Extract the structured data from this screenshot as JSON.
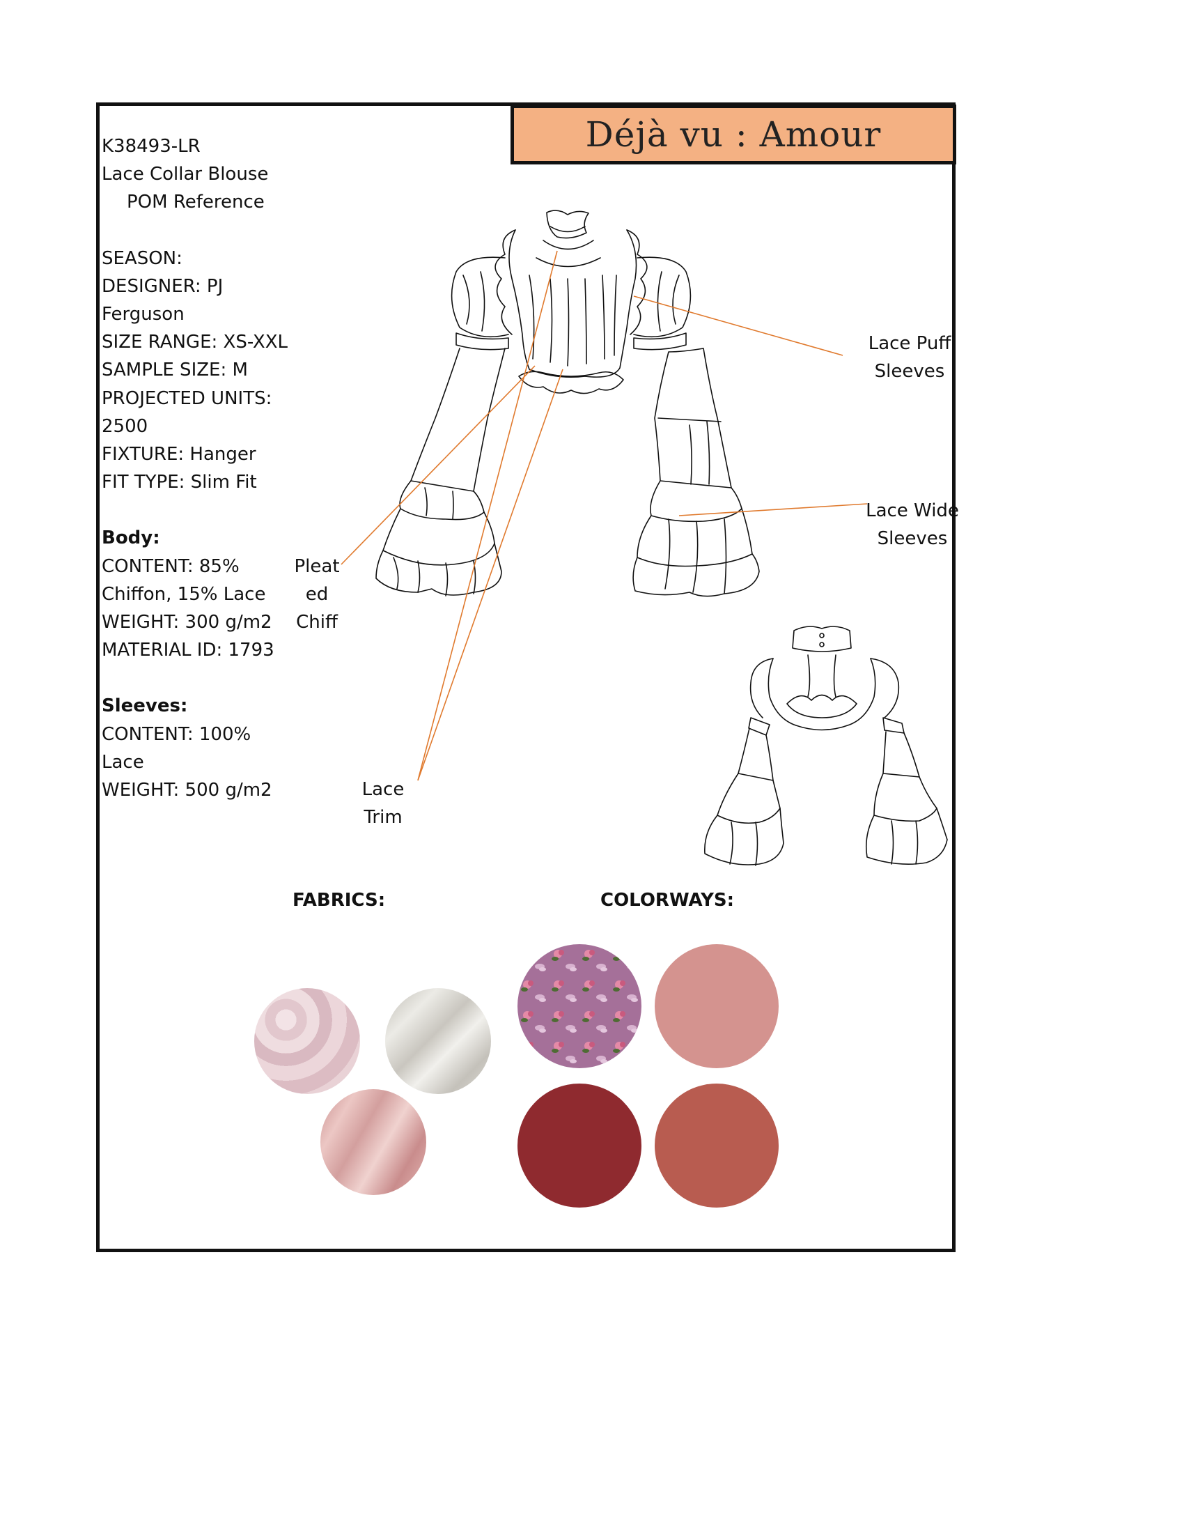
{
  "title": "Déjà vu : Amour",
  "spec_lines": [
    {
      "text": "K38493-LR",
      "style": ""
    },
    {
      "text": "Lace Collar Blouse",
      "style": ""
    },
    {
      "text": "POM Reference",
      "style": "indent"
    },
    {
      "text": "",
      "style": ""
    },
    {
      "text": "SEASON:",
      "style": ""
    },
    {
      "text": "DESIGNER: PJ",
      "style": ""
    },
    {
      "text": "Ferguson",
      "style": ""
    },
    {
      "text": "SIZE RANGE: XS-XXL",
      "style": ""
    },
    {
      "text": "SAMPLE SIZE: M",
      "style": ""
    },
    {
      "text": "PROJECTED UNITS:",
      "style": ""
    },
    {
      "text": "2500",
      "style": ""
    },
    {
      "text": "FIXTURE: Hanger",
      "style": ""
    },
    {
      "text": "FIT TYPE: Slim Fit",
      "style": ""
    },
    {
      "text": "",
      "style": ""
    },
    {
      "text": "Body:",
      "style": "bold"
    },
    {
      "text": "CONTENT: 85%",
      "style": ""
    },
    {
      "text": "Chiffon, 15% Lace",
      "style": ""
    },
    {
      "text": "WEIGHT: 300 g/m2",
      "style": ""
    },
    {
      "text": "MATERIAL ID: 1793",
      "style": ""
    },
    {
      "text": "",
      "style": ""
    },
    {
      "text": "Sleeves:",
      "style": "bold"
    },
    {
      "text": "CONTENT: 100%",
      "style": ""
    },
    {
      "text": "Lace",
      "style": ""
    },
    {
      "text": "WEIGHT: 500 g/m2",
      "style": ""
    }
  ],
  "callouts": {
    "puff_sleeves": "Lace Puff\nSleeves",
    "wide_sleeves": "Lace Wide\nSleeves",
    "pleated_chiffon": "Pleat\ned\nChiff",
    "lace_trim": "Lace\nTrim"
  },
  "sections": {
    "fabrics": "FABRICS:",
    "colorways": "COLORWAYS:"
  },
  "colors": {
    "title_bg": "#f4b183",
    "leader": "#e07a2e",
    "fabric_lace": "#e6cfd4",
    "fabric_silk": "#d8d6d0",
    "fabric_chiffon": "#d7a4a2",
    "colorway_print": "#a57099",
    "colorway_pink": "#d4938f",
    "colorway_wine": "#8f2a2f",
    "colorway_terracotta": "#b85c50"
  }
}
